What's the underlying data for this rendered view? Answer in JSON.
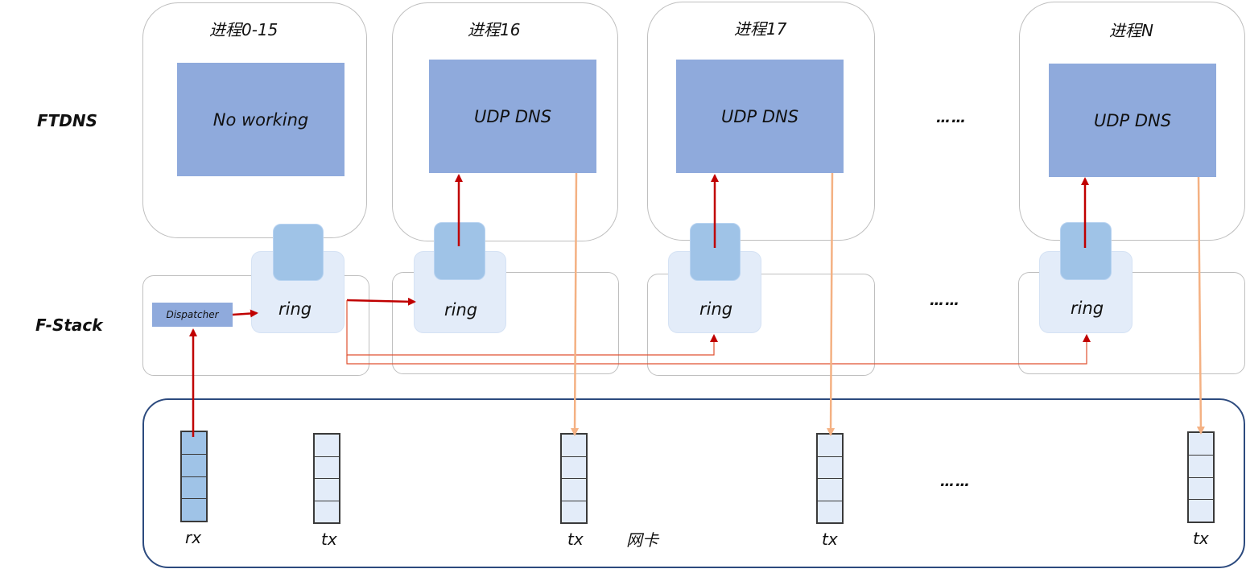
{
  "rows": {
    "app": "FTDNS",
    "stack": "F-Stack"
  },
  "processes": [
    {
      "title": "进程0-15",
      "app": "No working",
      "ring": "ring"
    },
    {
      "title": "进程16",
      "app": "UDP DNS",
      "ring": "ring"
    },
    {
      "title": "进程17",
      "app": "UDP DNS",
      "ring": "ring"
    },
    {
      "title": "进程N",
      "app": "UDP DNS",
      "ring": "ring"
    }
  ],
  "dispatcher": "Dispatcher",
  "ellipsis": "……",
  "nic": {
    "label": "网卡",
    "queues": [
      "rx",
      "tx",
      "tx",
      "tx",
      "tx"
    ],
    "ellipsis": "……"
  },
  "colors": {
    "app_box": "#8faadc",
    "ring_bg": "#e3ecf9",
    "ring_slot": "#9fc3e7",
    "rx_arrow": "#c00000",
    "dispatch_line": "#e05030",
    "tx_arrow": "#f4b183",
    "nic_border": "#2c4a7e"
  }
}
